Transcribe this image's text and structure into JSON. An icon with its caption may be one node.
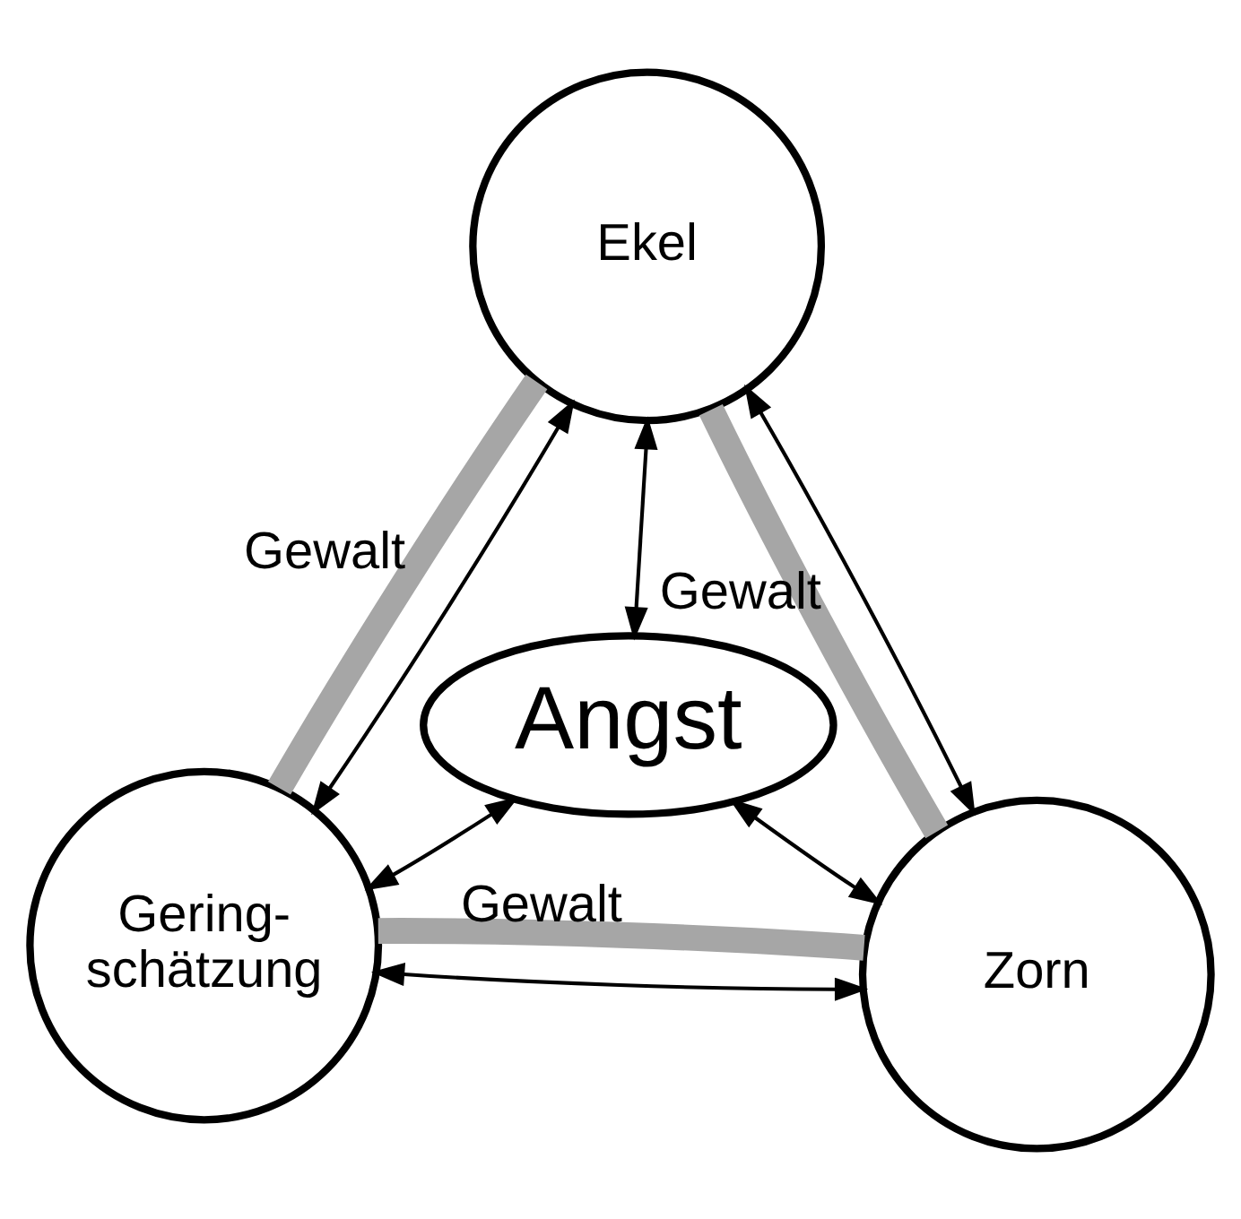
{
  "diagram": {
    "nodes": [
      {
        "text": [
          "Ekel"
        ]
      },
      {
        "text": [
          "Angst"
        ]
      },
      {
        "text": [
          "Zorn"
        ]
      },
      {
        "text": [
          "Gering- schätzung"
        ]
      }
    ],
    "edges": [
      {
        "from": 0,
        "to": 1,
        "arrow": "both"
      },
      {
        "from": 0,
        "to": 2,
        "arrow": "both"
      },
      {
        "from": 0,
        "to": 3,
        "arrow": "both"
      },
      {
        "from": 2,
        "to": 1,
        "arrow": "both"
      },
      {
        "from": 1,
        "to": 3,
        "arrow": "both"
      },
      {
        "from": 2,
        "to": 3,
        "arrow": "both"
      },
      {
        "from": 2,
        "to": 0,
        "arrow": "none",
        "label": "Gewalt",
        "style": "thick",
        "color": "#a6a6a6"
      },
      {
        "from": 0,
        "to": 3,
        "arrow": "none",
        "label": "Gewalt",
        "style": "thick",
        "color": "#a6a6a6"
      },
      {
        "from": 2,
        "to": 3,
        "arrow": "none",
        "label": "Gewalt",
        "style": "thick",
        "color": "#a6a6a6"
      }
    ]
  }
}
